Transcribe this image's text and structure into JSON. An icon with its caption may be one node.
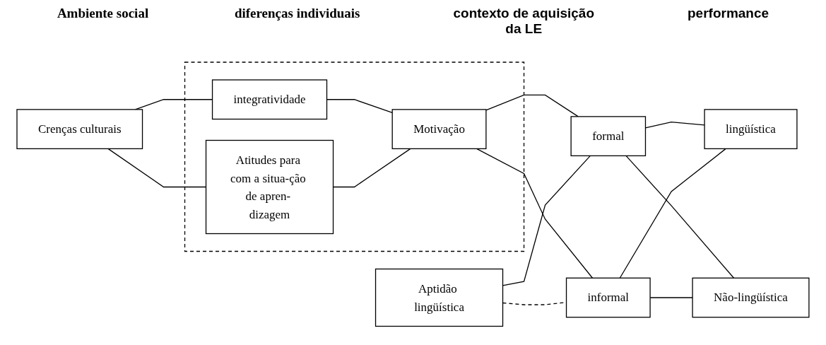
{
  "diagram": {
    "nodes": [
      {
        "text": [],
        "shape": "box"
      },
      {
        "text": [
          "Crenças culturais"
        ]
      },
      {
        "text": [
          "integratividade"
        ],
        "in": 0
      },
      {
        "text": [
          "Atitudes para com a situa-ção de apren- dizagem"
        ],
        "in": 0
      },
      {
        "text": [
          "Motivação"
        ],
        "in": 0
      },
      {
        "text": [
          "formal"
        ]
      },
      {
        "text": [
          "informal"
        ]
      },
      {
        "text": [
          "lingüística"
        ]
      },
      {
        "text": [
          "Não-lingüística"
        ]
      },
      {
        "text": [
          "Aptidão lingüística"
        ]
      }
    ],
    "edges": [
      {
        "from": 1,
        "to": 2,
        "arrow": "none"
      },
      {
        "from": 1,
        "to": 3,
        "arrow": "none"
      },
      {
        "from": 2,
        "to": 4,
        "arrow": "none"
      },
      {
        "from": 3,
        "to": 4,
        "arrow": "none"
      },
      {
        "from": 4,
        "to": 5,
        "arrow": "none"
      },
      {
        "from": 4,
        "to": 6,
        "arrow": "none"
      },
      {
        "from": 5,
        "to": 7,
        "arrow": "none"
      },
      {
        "from": 5,
        "to": 8,
        "arrow": "none"
      },
      {
        "from": 6,
        "to": 7,
        "arrow": "none"
      },
      {
        "from": 6,
        "to": 8,
        "arrow": "none"
      },
      {
        "from": 9,
        "to": 5,
        "arrow": "none"
      },
      {
        "from": 9,
        "to": 6,
        "arrow": "none",
        "style": "dashed"
      }
    ],
    "labels": [
      "Ambiente social",
      "diferenças individuais",
      "contexto de aquisição da LE",
      "performance"
    ]
  }
}
